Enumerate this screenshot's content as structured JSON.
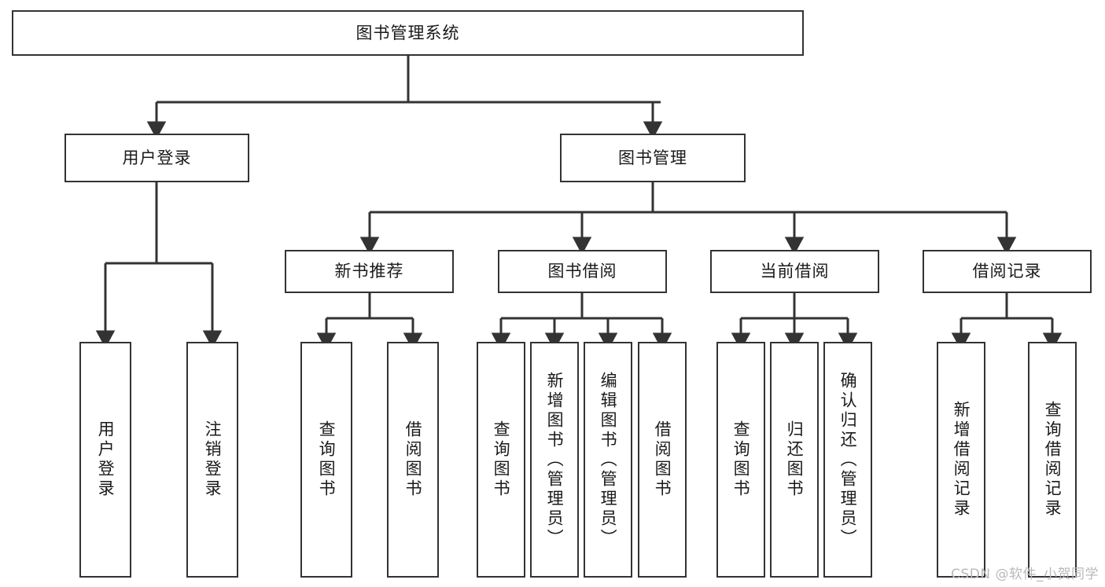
{
  "diagram": {
    "title": "图书管理系统",
    "type": "tree",
    "watermark": "CSDN @软件_小贺同学",
    "colors": {
      "box_border": "#333333",
      "box_fill": "#ffffff",
      "connector": "#333333",
      "text": "#1a1a1a",
      "watermark": "#b9b9b9"
    },
    "nodes": {
      "root": {
        "label": "图书管理系统"
      },
      "level2": [
        {
          "id": "user-login",
          "label": "用户登录"
        },
        {
          "id": "book-manage",
          "label": "图书管理"
        }
      ],
      "level3": [
        {
          "id": "new-book-recommend",
          "label": "新书推荐"
        },
        {
          "id": "book-borrow",
          "label": "图书借阅"
        },
        {
          "id": "current-borrow",
          "label": "当前借阅"
        },
        {
          "id": "borrow-record",
          "label": "借阅记录"
        }
      ],
      "leaves": {
        "user-login": [
          {
            "id": "leaf-user-login",
            "label": "用户登录"
          },
          {
            "id": "leaf-user-logout",
            "label": "注销登录"
          }
        ],
        "new-book-recommend": [
          {
            "id": "leaf-query-book-1",
            "label": "查询图书"
          },
          {
            "id": "leaf-borrow-book-1",
            "label": "借阅图书"
          }
        ],
        "book-borrow": [
          {
            "id": "leaf-query-book-2",
            "label": "查询图书"
          },
          {
            "id": "leaf-add-book",
            "label": "新增图书（管理员）"
          },
          {
            "id": "leaf-edit-book",
            "label": "编辑图书（管理员）"
          },
          {
            "id": "leaf-borrow-book-2",
            "label": "借阅图书"
          }
        ],
        "current-borrow": [
          {
            "id": "leaf-query-book-3",
            "label": "查询图书"
          },
          {
            "id": "leaf-return-book",
            "label": "归还图书"
          },
          {
            "id": "leaf-confirm-return",
            "label": "确认归还（管理员）"
          }
        ],
        "borrow-record": [
          {
            "id": "leaf-add-record",
            "label": "新增借阅记录"
          },
          {
            "id": "leaf-query-record",
            "label": "查询借阅记录"
          }
        ]
      }
    }
  }
}
